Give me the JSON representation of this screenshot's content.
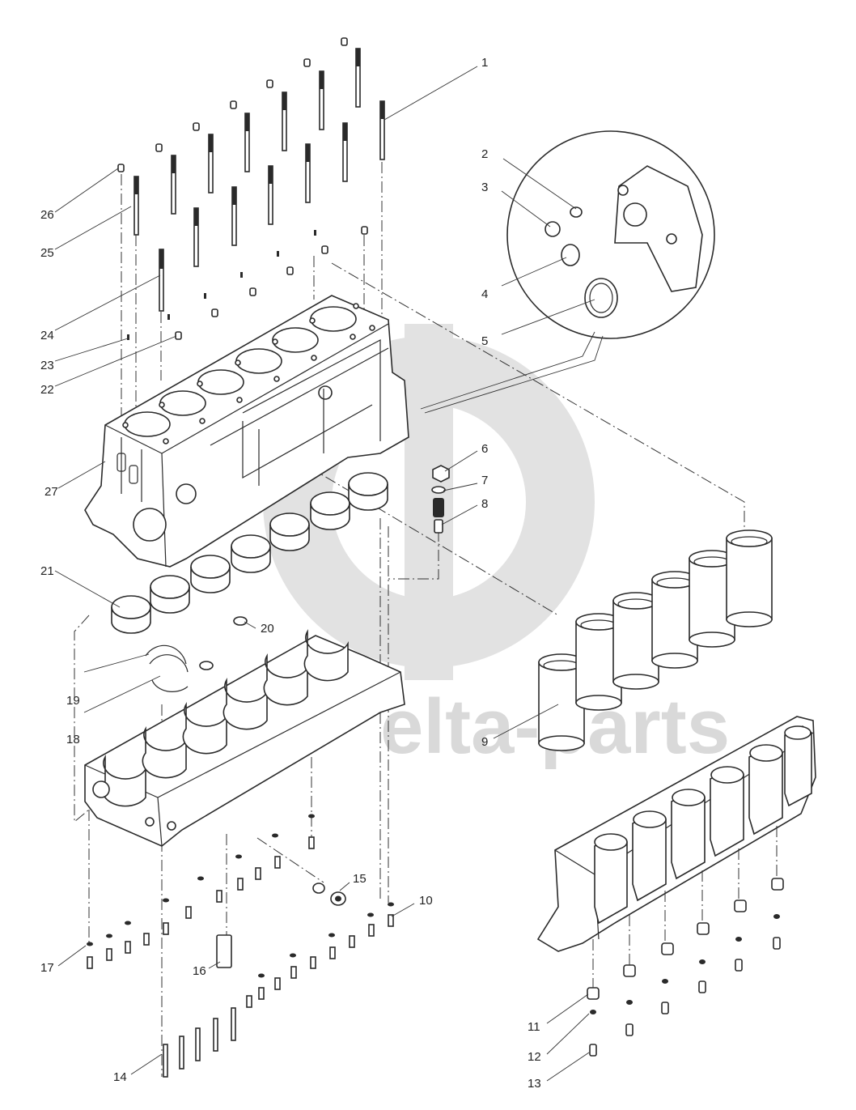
{
  "diagram": {
    "watermark_text": "elta-parts",
    "colors": {
      "line": "#2a2a2a",
      "watermark": "#d9d9d9",
      "background": "#ffffff"
    },
    "callouts": {
      "c1": "1",
      "c2": "2",
      "c3": "3",
      "c4": "4",
      "c5": "5",
      "c6": "6",
      "c7": "7",
      "c8": "8",
      "c9": "9",
      "c10": "10",
      "c11": "11",
      "c12": "12",
      "c13": "13",
      "c14": "14",
      "c15": "15",
      "c16": "16",
      "c17": "17",
      "c18": "18",
      "c19": "19",
      "c20": "20",
      "c21": "21",
      "c22": "22",
      "c23": "23",
      "c24": "24",
      "c25": "25",
      "c26": "26",
      "c27": "27"
    }
  }
}
